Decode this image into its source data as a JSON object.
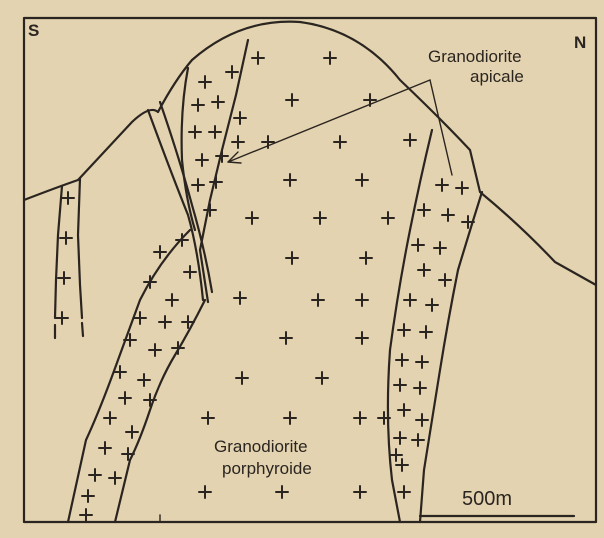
{
  "diagram": {
    "compass": {
      "left": "S",
      "right": "N"
    },
    "labels": {
      "apical_line1": "Granodiorite",
      "apical_line2": "apicale",
      "porphyroid_line1": "Granodiorite",
      "porphyroid_line2": "porphyroide"
    },
    "scale_bar": {
      "label": "500m"
    },
    "colors": {
      "paper": "#e4d3b0",
      "ink": "#2a2520"
    }
  }
}
